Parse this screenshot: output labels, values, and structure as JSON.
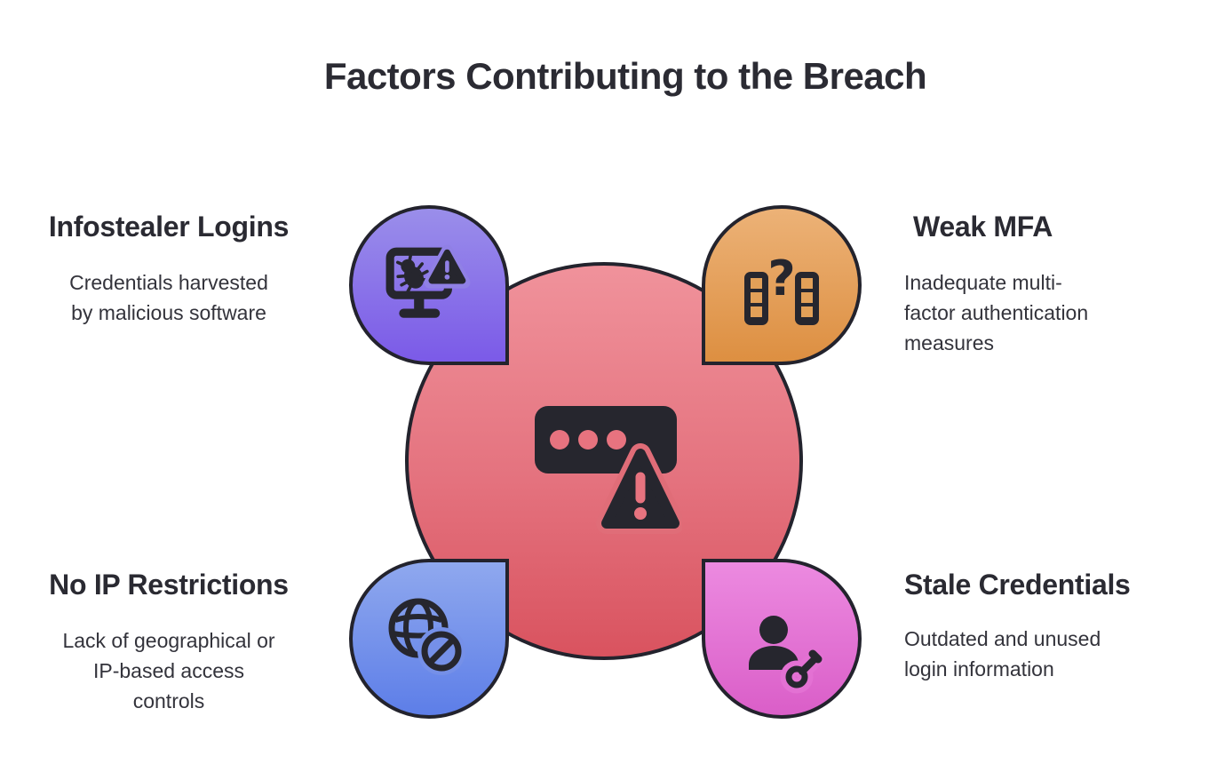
{
  "title": "Factors Contributing to the Breach",
  "palette": {
    "background": "#ffffff",
    "outline": "#23232d",
    "icon_dark": "#26262e",
    "heading_text": "#2a2a32",
    "body_text": "#33333b",
    "center_circle_gradient": [
      "#f0929b",
      "#d9535f"
    ]
  },
  "center": {
    "icon": "password-warning-icon",
    "description_colors": {
      "dots_and_exclamation": "#e7737f",
      "triangle_halo": "#e06d78"
    }
  },
  "factors": [
    {
      "id": "infostealer-logins",
      "position": "top-left",
      "heading": "Infostealer Logins",
      "body": "Credentials harvested\nby malicious software",
      "icon": "malware-monitor-icon",
      "bubble_gradient": [
        "#9a8eea",
        "#7b5ae8"
      ]
    },
    {
      "id": "weak-mfa",
      "position": "top-right",
      "heading": "Weak MFA",
      "body": "Inadequate multi-\nfactor authentication\nmeasures",
      "icon": "mfa-question-icon",
      "bubble_gradient": [
        "#ecb277",
        "#dd8f41"
      ]
    },
    {
      "id": "no-ip-restrictions",
      "position": "bottom-left",
      "heading": "No IP Restrictions",
      "body": "Lack of geographical or\nIP-based access\ncontrols",
      "icon": "globe-blocked-icon",
      "bubble_gradient": [
        "#8fa8ee",
        "#5d7ee8"
      ]
    },
    {
      "id": "stale-credentials",
      "position": "bottom-right",
      "heading": "Stale Credentials",
      "body": "Outdated and unused\nlogin information",
      "icon": "user-key-icon",
      "bubble_gradient": [
        "#ec8ae0",
        "#da5ec8"
      ]
    }
  ]
}
